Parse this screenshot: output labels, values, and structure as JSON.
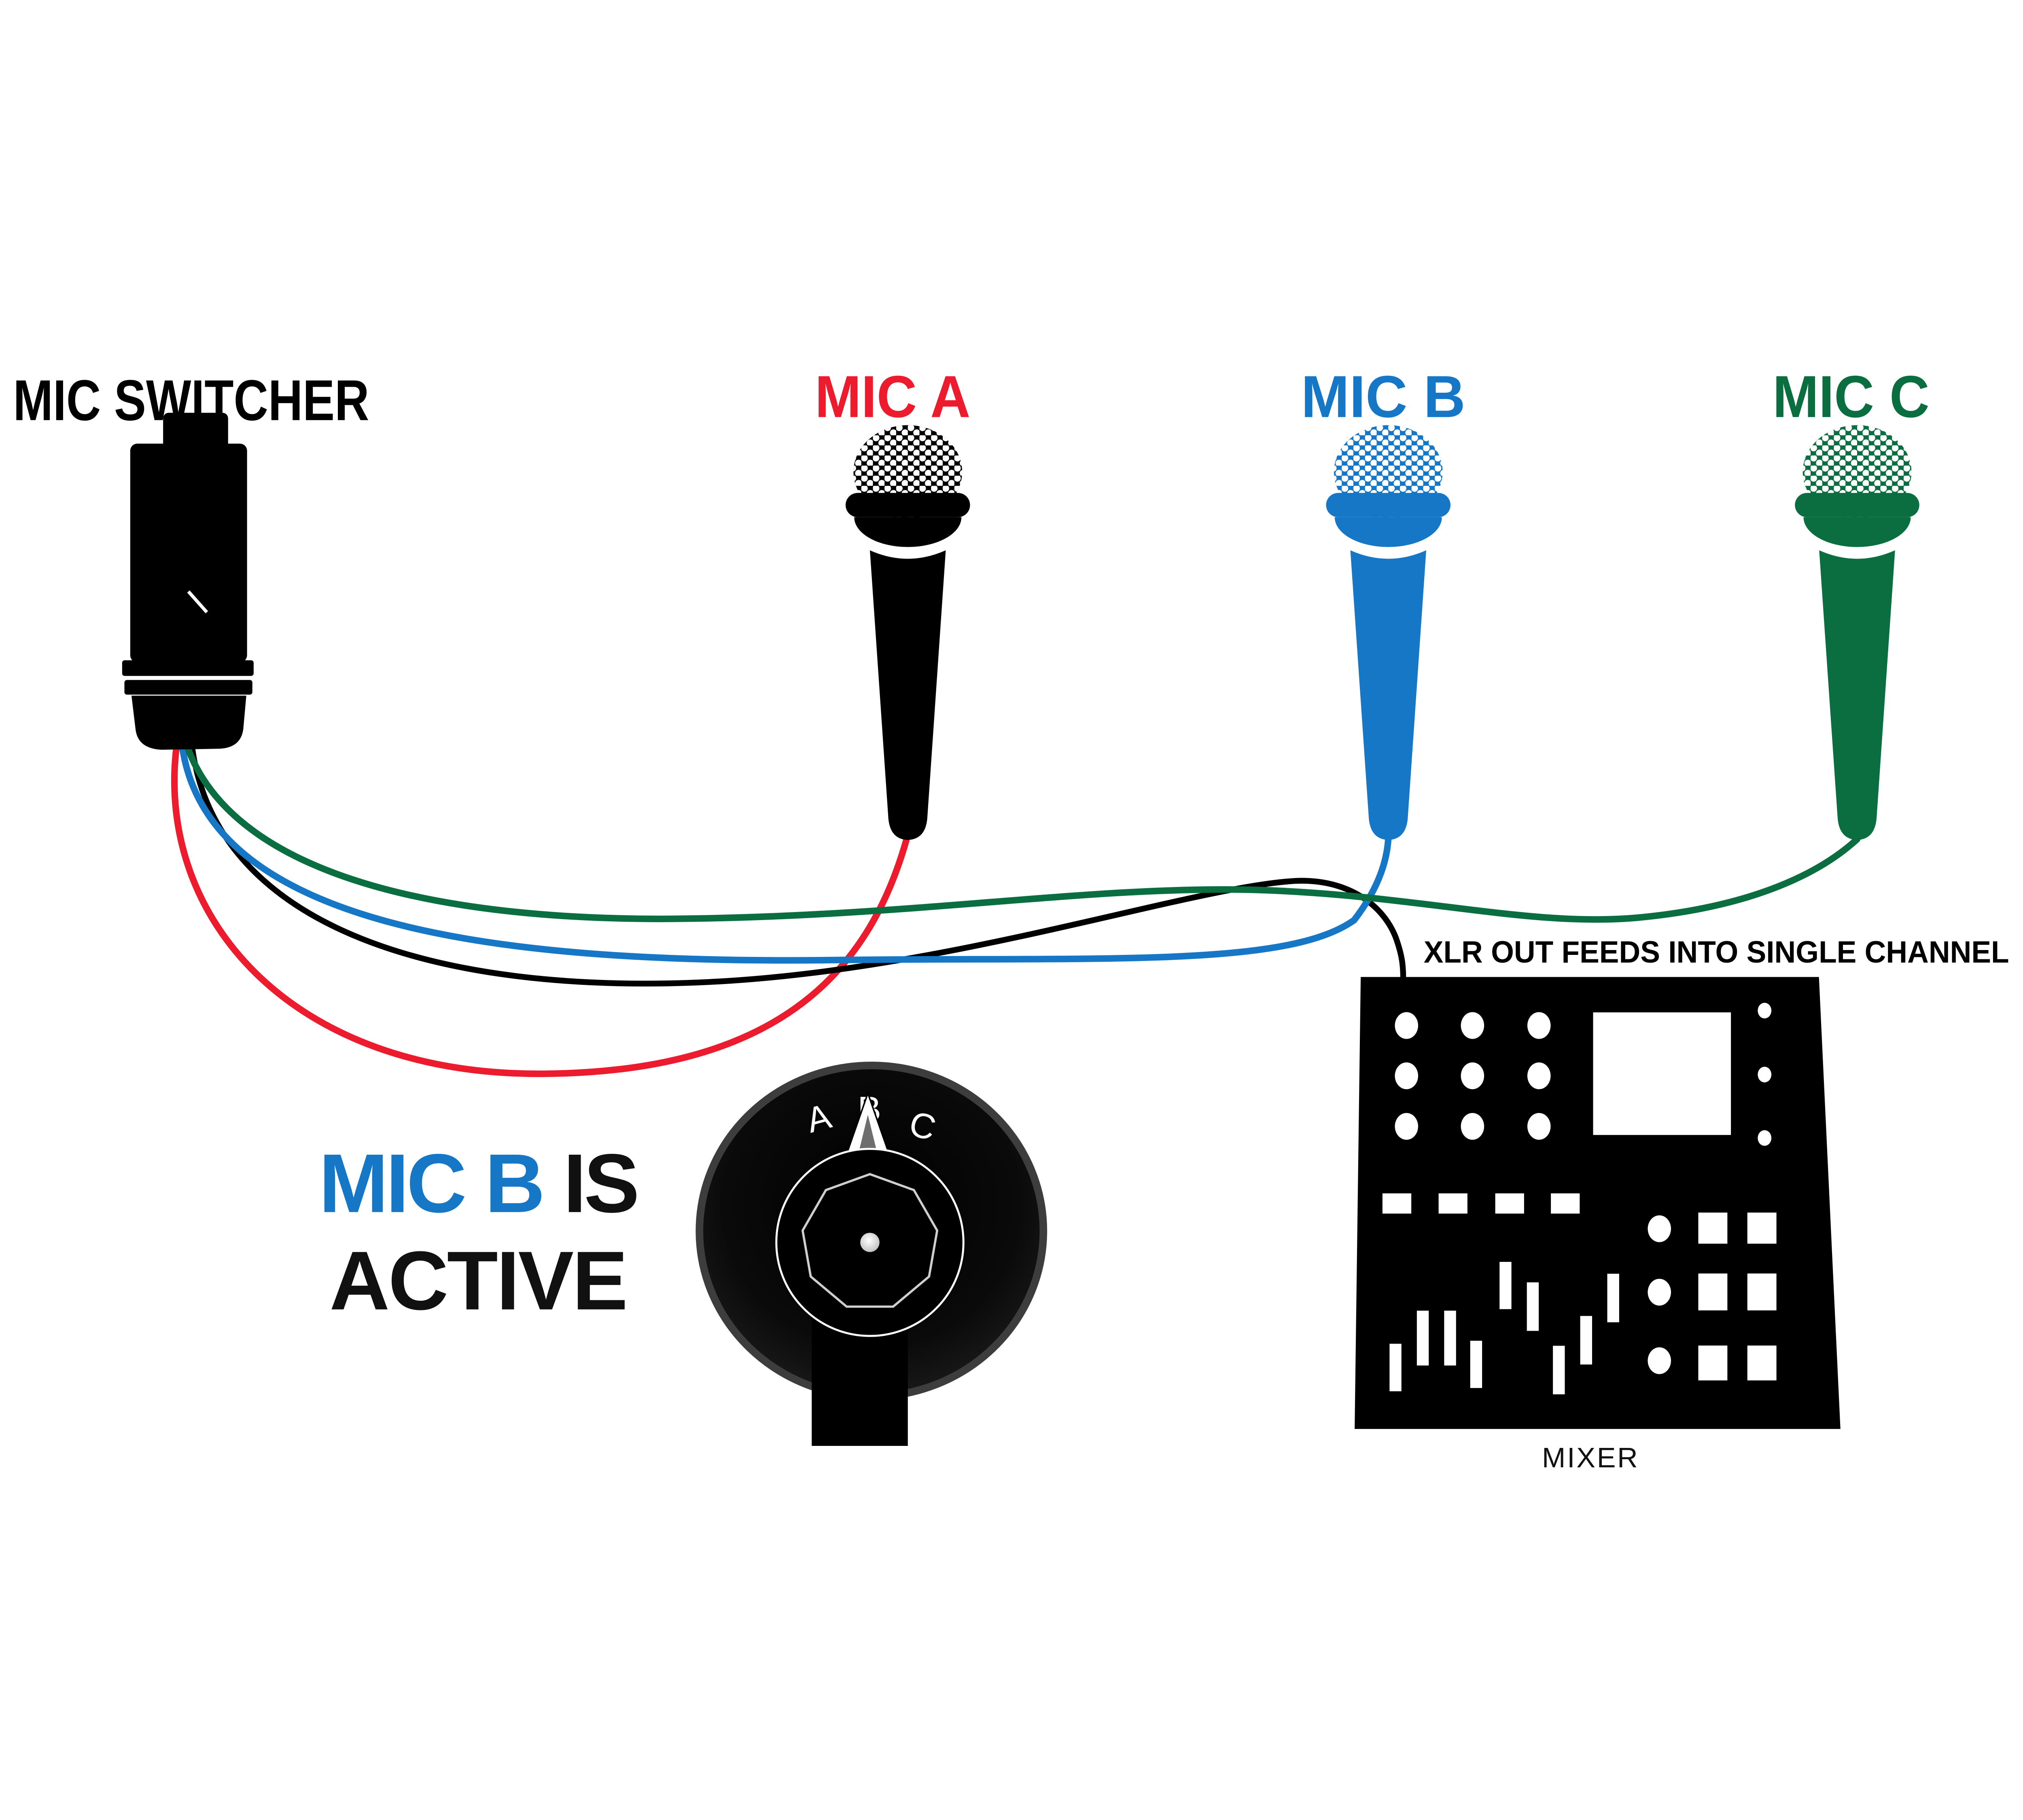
{
  "title": "MIC SWITCHER",
  "mics": {
    "a": {
      "label": "MIC A",
      "color": "#EC1C2E"
    },
    "b": {
      "label": "MIC B",
      "color": "#1777C7"
    },
    "c": {
      "label": "MIC C",
      "color": "#0B6E41"
    }
  },
  "wires": {
    "red": "#EC1C2E",
    "blue": "#1777C7",
    "green": "#0B6E41",
    "black": "#000000"
  },
  "annotation": {
    "xlr_note": "XLR OUT FEEDS INTO SINGLE CHANNEL"
  },
  "status": {
    "highlight": "MIC B",
    "rest": " IS",
    "line2": "ACTIVE",
    "highlight_color": "#1777C7",
    "text_color": "#111111"
  },
  "dial": {
    "positions": {
      "a": "A",
      "b": "B",
      "c": "C"
    },
    "selected": "B",
    "letter_color": "#FFFFFF"
  },
  "mixer": {
    "label": "MIXER"
  }
}
